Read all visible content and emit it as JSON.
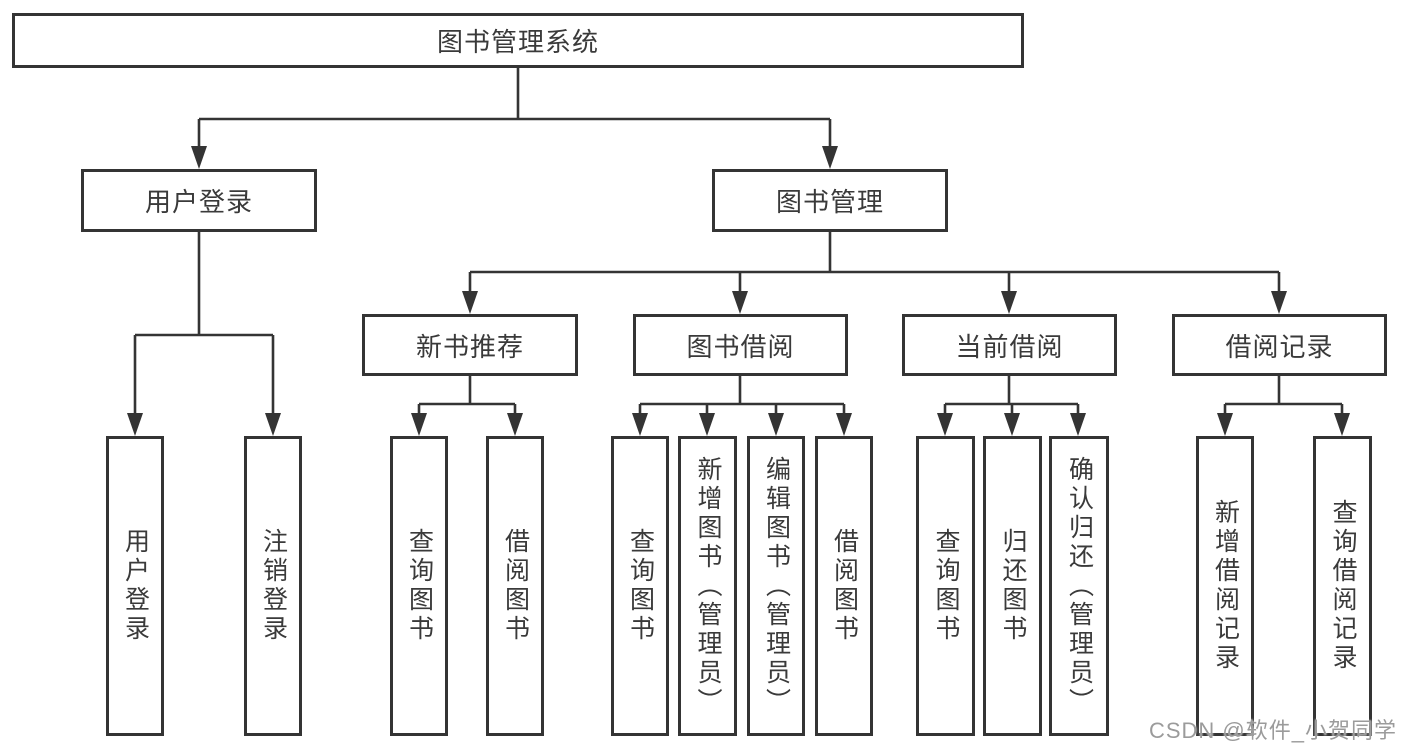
{
  "colors": {
    "line": "#343434",
    "text": "#3a3a3a",
    "background": "#ffffff",
    "watermark": "#9b9b9b"
  },
  "watermark": {
    "text": "CSDN @软件_小贺同学"
  },
  "tree": {
    "label": "图书管理系统",
    "children": [
      {
        "label": "用户登录",
        "children": [
          {
            "label": "用户登录"
          },
          {
            "label": "注销登录"
          }
        ]
      },
      {
        "label": "图书管理",
        "children": [
          {
            "label": "新书推荐",
            "children": [
              {
                "label": "查询图书"
              },
              {
                "label": "借阅图书"
              }
            ]
          },
          {
            "label": "图书借阅",
            "children": [
              {
                "label": "查询图书"
              },
              {
                "label": "新增图书（管理员）"
              },
              {
                "label": "编辑图书（管理员）"
              },
              {
                "label": "借阅图书"
              }
            ]
          },
          {
            "label": "当前借阅",
            "children": [
              {
                "label": "查询图书"
              },
              {
                "label": "归还图书"
              },
              {
                "label": "确认归还（管理员）"
              }
            ]
          },
          {
            "label": "借阅记录",
            "children": [
              {
                "label": "新增借阅记录"
              },
              {
                "label": "查询借阅记录"
              }
            ]
          }
        ]
      }
    ]
  }
}
